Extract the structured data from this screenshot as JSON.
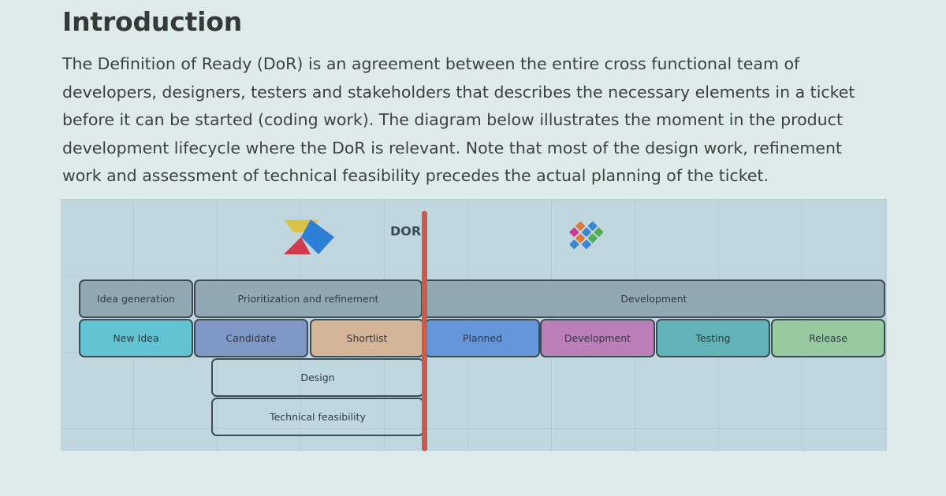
{
  "section": {
    "title": "Introduction",
    "paragraph": "The Definition of Ready (DoR) is an agreement between the entire cross functional team of developers, designers, testers and stakeholders that describes the necessary elements in a ticket before it can be started (coding work). The diagram below illustrates the moment in the product development lifecycle where the DoR is relevant. Note that most of the design work, refinement work and assessment of technical feasibility precedes the actual planning of the ticket."
  },
  "diagram": {
    "dor_label": "DOR",
    "logos": [
      "prioritization-tool-logo-icon",
      "development-tool-logo-icon"
    ],
    "phases": {
      "idea": "Idea generation",
      "prioritization": "Prioritization and refinement",
      "development": "Development"
    },
    "stages": {
      "new_idea": "New Idea",
      "candidate": "Candidate",
      "shortlist": "Shortlist",
      "planned": "Planned",
      "development": "Development",
      "testing": "Testing",
      "release": "Release"
    },
    "activities": {
      "design": "Design",
      "tech_feasibility": "Technical feasibility"
    },
    "colors": {
      "background": "#deebea",
      "diagram_bg": "#c0d7df",
      "phase": "#92a9b3",
      "new_idea": "#62c3d3",
      "candidate": "#7f98c6",
      "shortlist": "#d5b597",
      "planned": "#6596da",
      "development": "#bb7fba",
      "testing": "#61b3b8",
      "release": "#97caa0",
      "dor_line": "#c65c4e"
    }
  }
}
